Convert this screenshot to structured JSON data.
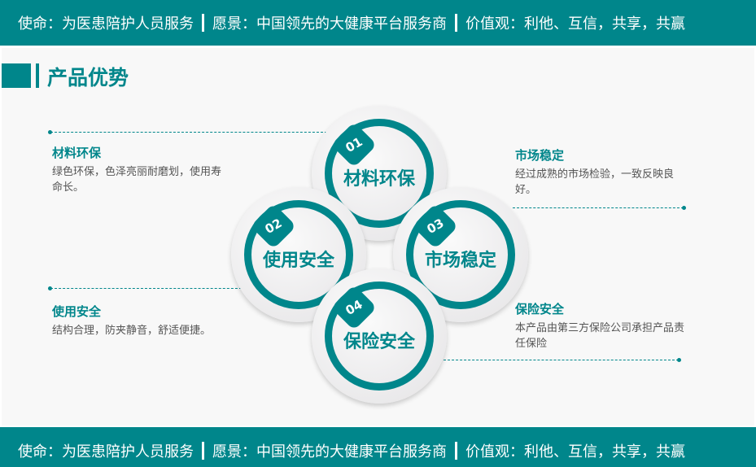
{
  "banner": {
    "mission": "使命：为医患陪护人员服务",
    "vision": "愿景：中国领先的大健康平台服务商",
    "values": "价值观：利他、互信，共享，共赢"
  },
  "section_title": "产品优势",
  "circles": [
    {
      "num": "01",
      "label": "材料环保"
    },
    {
      "num": "02",
      "label": "使用安全"
    },
    {
      "num": "03",
      "label": "市场稳定"
    },
    {
      "num": "04",
      "label": "保险安全"
    }
  ],
  "items": [
    {
      "title": "材料环保",
      "desc": "绿色环保，色泽亮丽耐磨划，使用寿命长。"
    },
    {
      "title": "使用安全",
      "desc": "结构合理，防夹静音，舒适便捷。"
    },
    {
      "title": "市场稳定",
      "desc": "经过成熟的市场检验，一致反映良好。"
    },
    {
      "title": "保险安全",
      "desc": "本产品由第三方保险公司承担产品责任保险"
    }
  ],
  "colors": {
    "accent": "#00868b"
  }
}
